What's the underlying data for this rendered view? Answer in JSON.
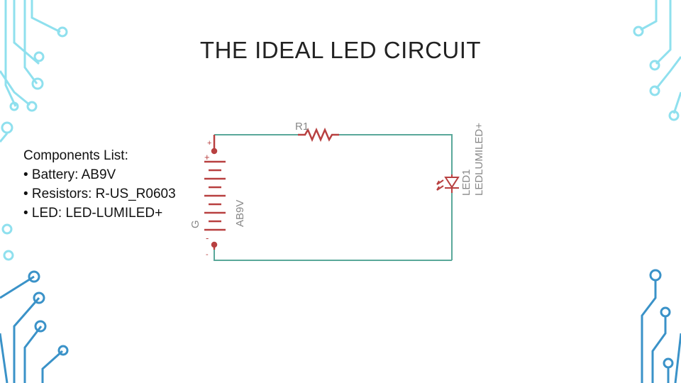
{
  "slide": {
    "title": "THE IDEAL LED CIRCUIT",
    "components_heading": "Components List:",
    "components": [
      "• Battery: AB9V",
      "• Resistors: R-US_R0603",
      "• LED: LED-LUMILED+"
    ]
  },
  "circuit": {
    "resistor_label": "R1",
    "led_name": "LED1",
    "led_value": "LEDLUMILED+",
    "battery_value": "AB9V",
    "battery_name_fragment": "G",
    "plus_sign": "+",
    "minus_sign": "-"
  },
  "colors": {
    "wire": "#5aa89a",
    "component": "#b84040",
    "label": "#888888",
    "decor_light": "#7fd9ea",
    "decor_dark": "#3a92c8"
  }
}
